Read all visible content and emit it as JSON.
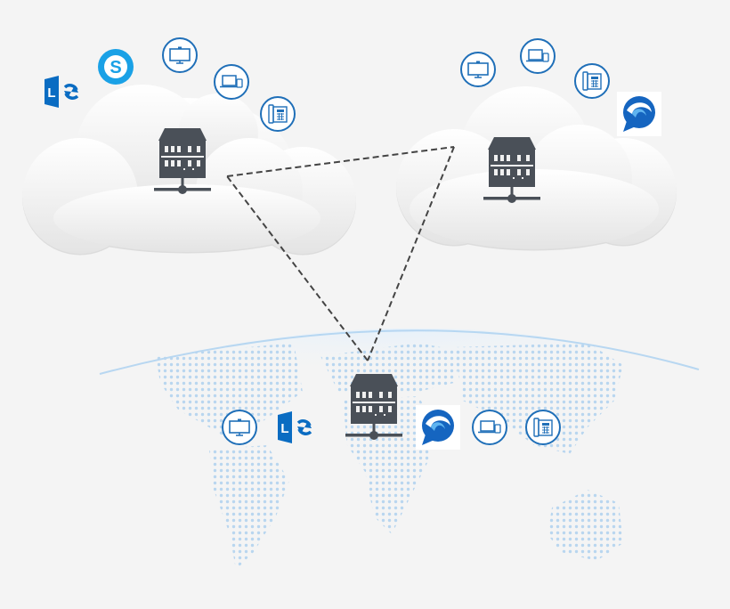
{
  "diagram": {
    "nodes": [
      {
        "id": "cloud-left",
        "kind": "cloud",
        "icon": "server-icon",
        "devices": [
          "lync-icon",
          "skype-icon",
          "video-tv-icon",
          "laptop-tablet-icon",
          "desk-phone-icon"
        ]
      },
      {
        "id": "cloud-right",
        "kind": "cloud",
        "icon": "server-icon",
        "devices": [
          "video-tv-icon",
          "laptop-tablet-icon",
          "desk-phone-icon",
          "jabber-icon"
        ]
      },
      {
        "id": "on-premise",
        "kind": "world-map",
        "icon": "server-icon",
        "devices": [
          "video-tv-icon",
          "lync-icon",
          "jabber-icon",
          "laptop-tablet-icon",
          "desk-phone-icon"
        ]
      }
    ],
    "links": [
      {
        "from": "cloud-left",
        "to": "cloud-right",
        "style": "dashed"
      },
      {
        "from": "cloud-right",
        "to": "on-premise",
        "style": "dashed"
      },
      {
        "from": "on-premise",
        "to": "cloud-left",
        "style": "dashed"
      }
    ],
    "logo_text": {
      "lync": "L",
      "skype": "S"
    }
  },
  "colors": {
    "background": "#f4f4f4",
    "server": "#4a5058",
    "icon_blue": "#1f6fb8",
    "skype": "#1aa1e6",
    "lync": "#0a6cc2",
    "map_dots": "#b9d6ef",
    "horizon": "#a9d0f0",
    "link": "#444444"
  }
}
